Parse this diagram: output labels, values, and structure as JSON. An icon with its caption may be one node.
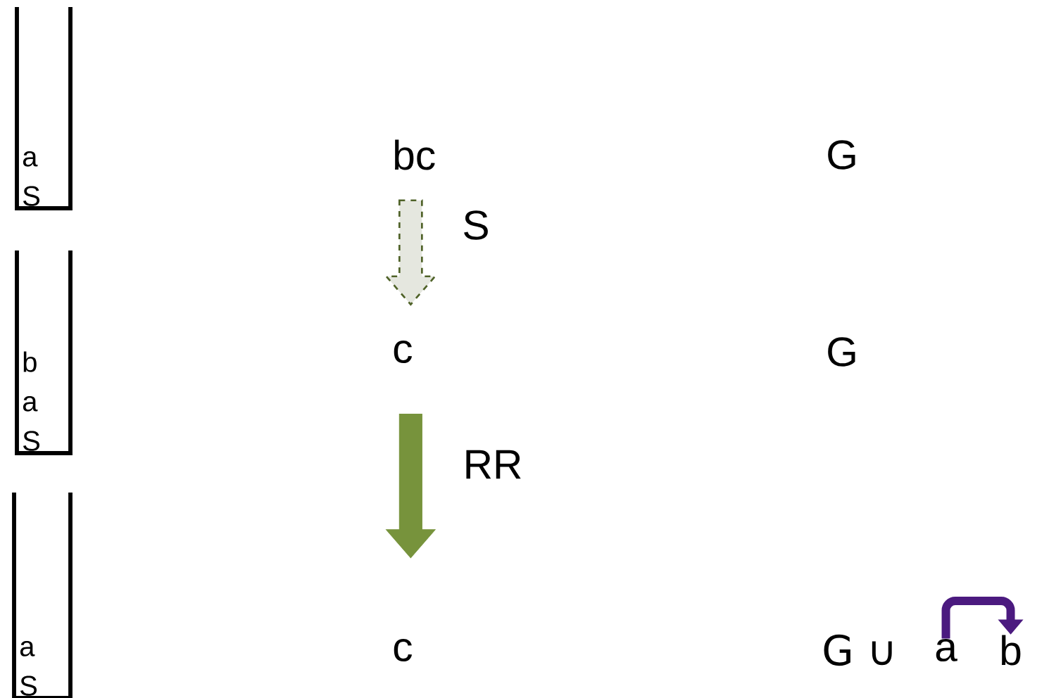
{
  "diagram": {
    "nodes": [
      {
        "text": [
          "a",
          "S"
        ]
      },
      {
        "text": [
          "bc"
        ]
      },
      {
        "text": [
          "G"
        ]
      },
      {
        "text": [
          "b",
          "a",
          "S"
        ]
      },
      {
        "text": [
          "c"
        ]
      },
      {
        "text": [
          "G"
        ]
      },
      {
        "text": [
          "a",
          "S"
        ]
      },
      {
        "text": [
          "c"
        ]
      },
      {
        "text": [
          "G ∪"
        ]
      },
      {
        "text": [
          "a"
        ]
      },
      {
        "text": [
          "b"
        ]
      }
    ],
    "edges": [
      {
        "from": 1,
        "to": 4,
        "arrow": "to",
        "label": "S",
        "style": "dashed",
        "color": "#4f6228"
      },
      {
        "from": 4,
        "to": 7,
        "arrow": "to",
        "label": "RR",
        "color": "#77933c"
      },
      {
        "from": 9,
        "to": 10,
        "arrow": "to",
        "color": "#4b1a7f"
      }
    ]
  }
}
